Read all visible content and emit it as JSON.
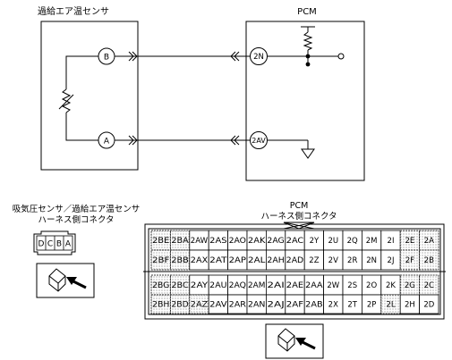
{
  "schematic": {
    "sensor_title": "過給エア温センサ",
    "pcm_title": "PCM",
    "sensor_pins": [
      "B",
      "A"
    ],
    "pcm_pins": [
      "2N",
      "2AV"
    ]
  },
  "left_connector": {
    "title_line1": "吸気圧センサ／過給エア温センサ",
    "title_line2": "ハーネス側コネクタ",
    "pins": [
      "D",
      "C",
      "B",
      "A"
    ]
  },
  "pcm_connector": {
    "title_line1": "PCM",
    "title_line2": "ハーネス側コネクタ",
    "rows": [
      [
        "2BE",
        "2BA",
        "2AW",
        "2AS",
        "2AO",
        "2AK",
        "2AG",
        "2AC",
        "2Y",
        "2U",
        "2Q",
        "2M",
        "2I",
        "2E",
        "2A"
      ],
      [
        "2BF",
        "2BB",
        "2AX",
        "2AT",
        "2AP",
        "2AL",
        "2AH",
        "2AD",
        "2Z",
        "2V",
        "2R",
        "2N",
        "2J",
        "2F",
        "2B"
      ],
      [
        "2BG",
        "2BC",
        "2AY",
        "2AU",
        "2AQ",
        "2AM",
        "2AI",
        "2AE",
        "2AA",
        "2W",
        "2S",
        "2O",
        "2K",
        "2G",
        "2C"
      ],
      [
        "2BH",
        "2BD",
        "2AZ",
        "2AV",
        "2AR",
        "2AN",
        "2AJ",
        "2AF",
        "2AB",
        "2X",
        "2T",
        "2P",
        "2L",
        "2H",
        "2D"
      ]
    ]
  }
}
